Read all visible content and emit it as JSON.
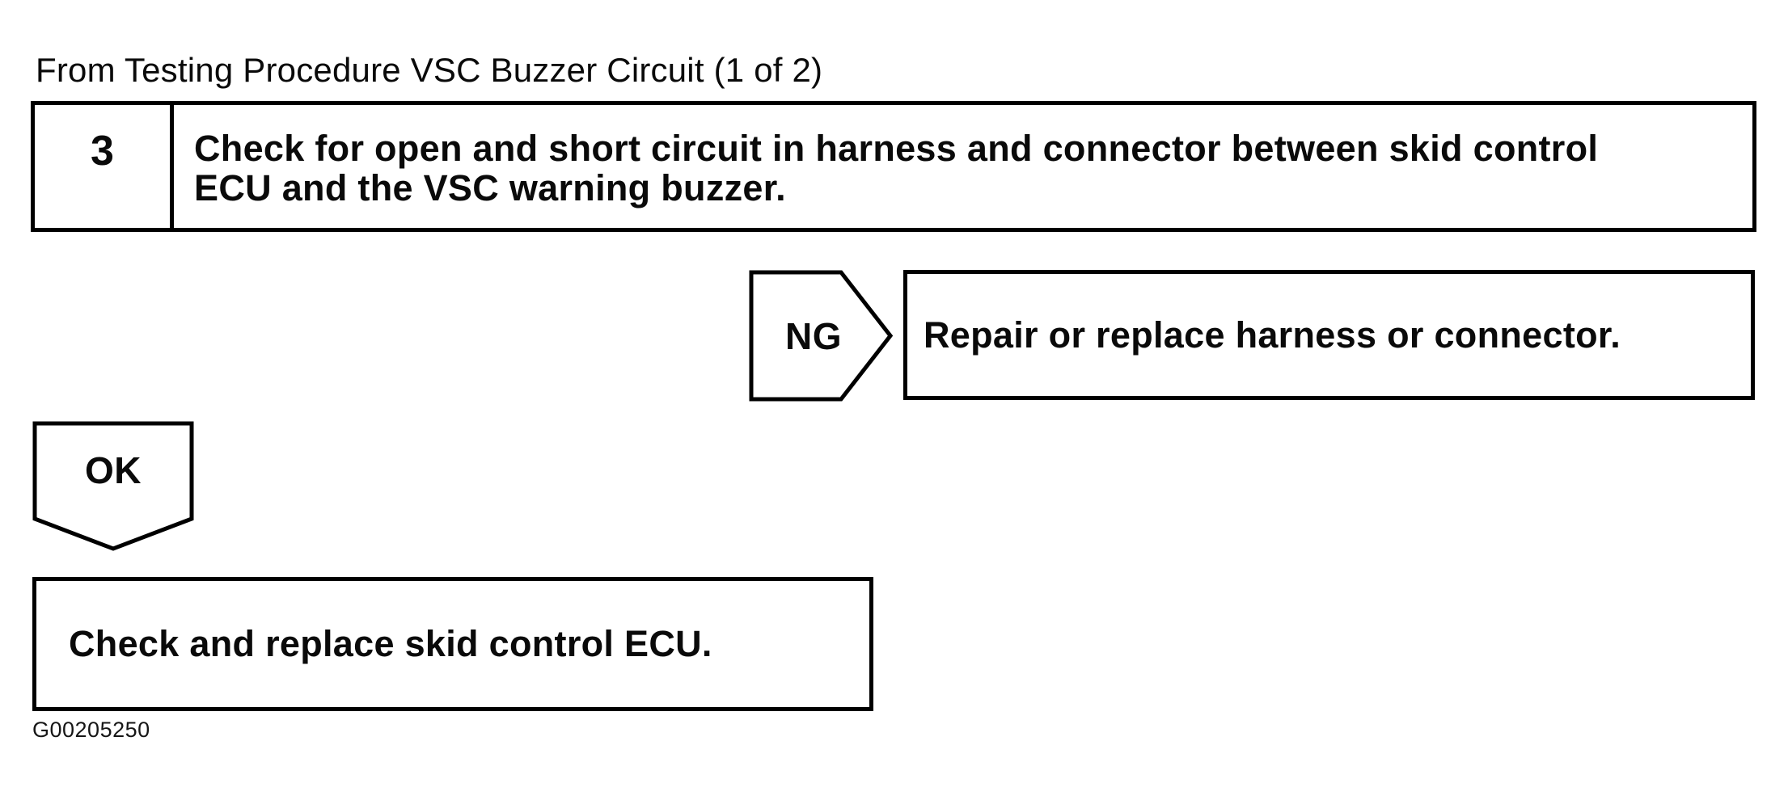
{
  "page": {
    "source_note": "From Testing Procedure VSC Buzzer Circuit (1 of 2)",
    "figure_id": "G00205250"
  },
  "flowchart": {
    "step": {
      "number": "3",
      "instruction": "Check for open and short circuit in harness and connector between skid control ECU and the VSC warning buzzer."
    },
    "ng_branch": {
      "label": "NG",
      "action": "Repair or replace harness or connector."
    },
    "ok_branch": {
      "label": "OK",
      "action": "Check and replace skid control ECU."
    }
  },
  "colors": {
    "ink": "#0a0a0a",
    "background": "#ffffff"
  }
}
